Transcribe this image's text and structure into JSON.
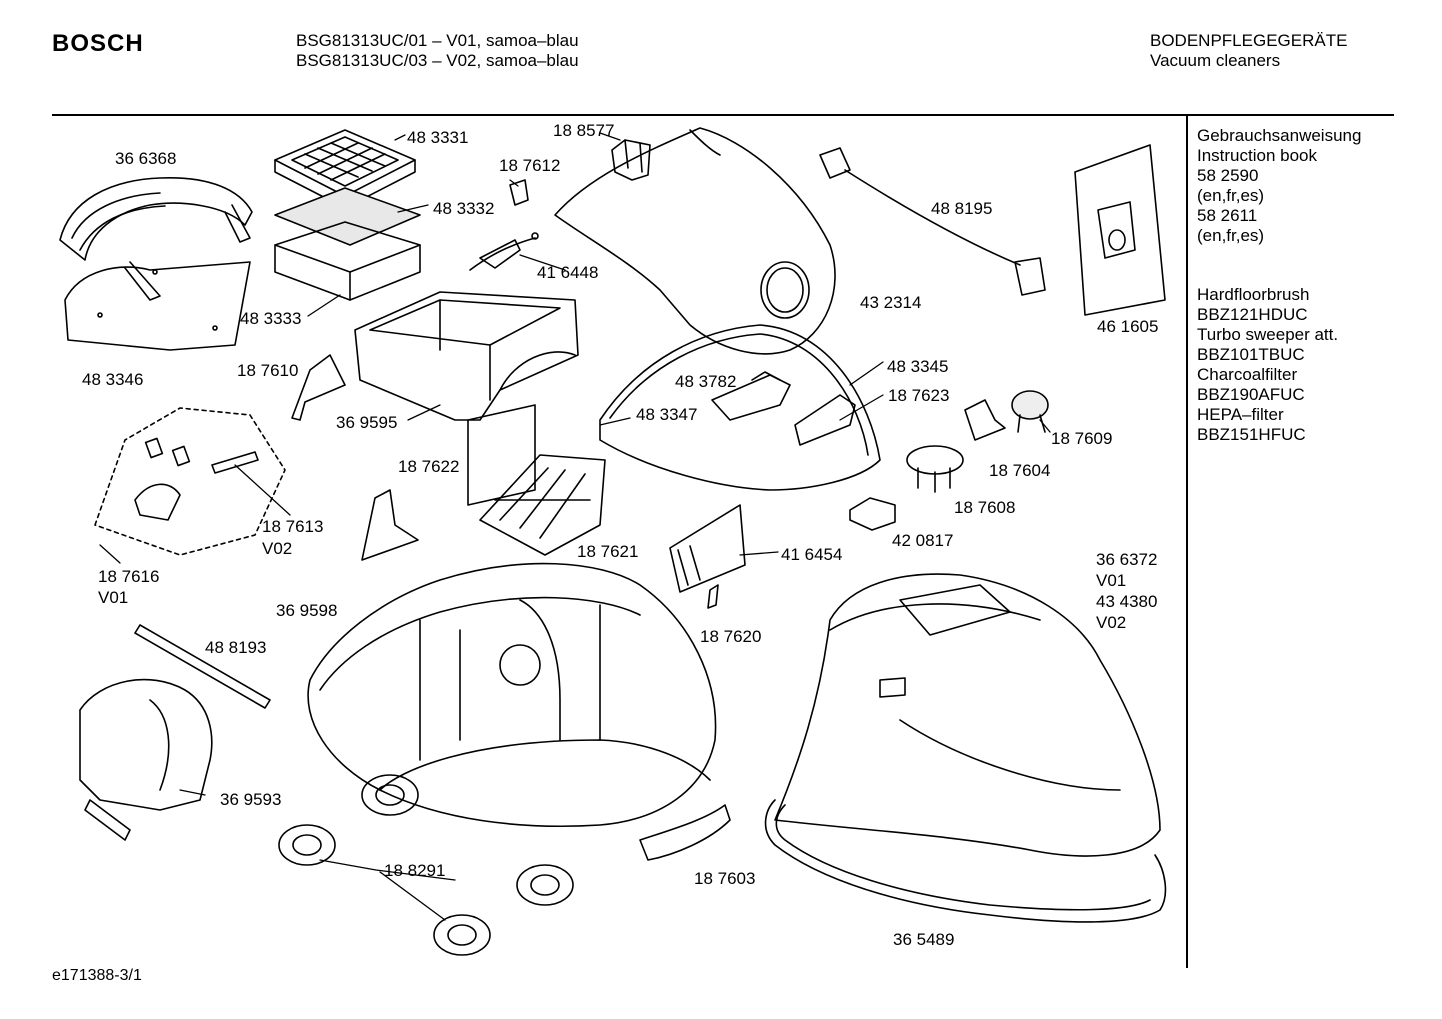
{
  "header": {
    "brand": "BOSCH",
    "model_line_1": "BSG81313UC/01 – V01, samoa–blau",
    "model_line_2": "BSG81313UC/03 – V02, samoa–blau",
    "category_de": "BODENPFLEGEGERÄTE",
    "category_en": "Vacuum cleaners"
  },
  "sidebar": {
    "manual_lines": [
      "Gebrauchsanweisung",
      "Instruction book",
      "58 2590",
      "(en,fr,es)",
      "58 2611",
      "(en,fr,es)"
    ],
    "accessory_lines": [
      "Hardfloorbrush",
      "BBZ121HDUC",
      "Turbo sweeper att.",
      "BBZ101TBUC",
      "Charcoalfilter",
      "BBZ190AFUC",
      "HEPA–filter",
      "BBZ151HFUC"
    ]
  },
  "labels": {
    "p366368": "36 6368",
    "p483331": "48 3331",
    "p483332": "48 3332",
    "p483333": "48 3333",
    "p483346": "48 3346",
    "p188577": "18 8577",
    "p187612": "18 7612",
    "p416448": "41 6448",
    "p488195": "48 8195",
    "p432314": "43 2314",
    "p461605": "46 1605",
    "p187610": "18 7610",
    "p369595": "36 9595",
    "p483782": "48 3782",
    "p483345": "48 3345",
    "p483347": "48 3347",
    "p187623": "18 7623",
    "p187609": "18 7609",
    "p187622": "18 7622",
    "p187604": "18 7604",
    "p187613": "18 7613",
    "p_v02_a": "V02",
    "p187608": "18 7608",
    "p187621": "18 7621",
    "p416454": "41 6454",
    "p420817": "42 0817",
    "p187616": "18 7616",
    "p_v01_a": "V01",
    "p366372": "36 6372",
    "p_v01_b": "V01",
    "p434380": "43 4380",
    "p_v02_b": "V02",
    "p369598": "36 9598",
    "p187620": "18 7620",
    "p488193": "48 8193",
    "p369593": "36 9593",
    "p188291": "18 8291",
    "p187603": "18 7603",
    "p365489": "36 5489"
  },
  "footer": {
    "doc_ref": "e171388-3/1"
  }
}
